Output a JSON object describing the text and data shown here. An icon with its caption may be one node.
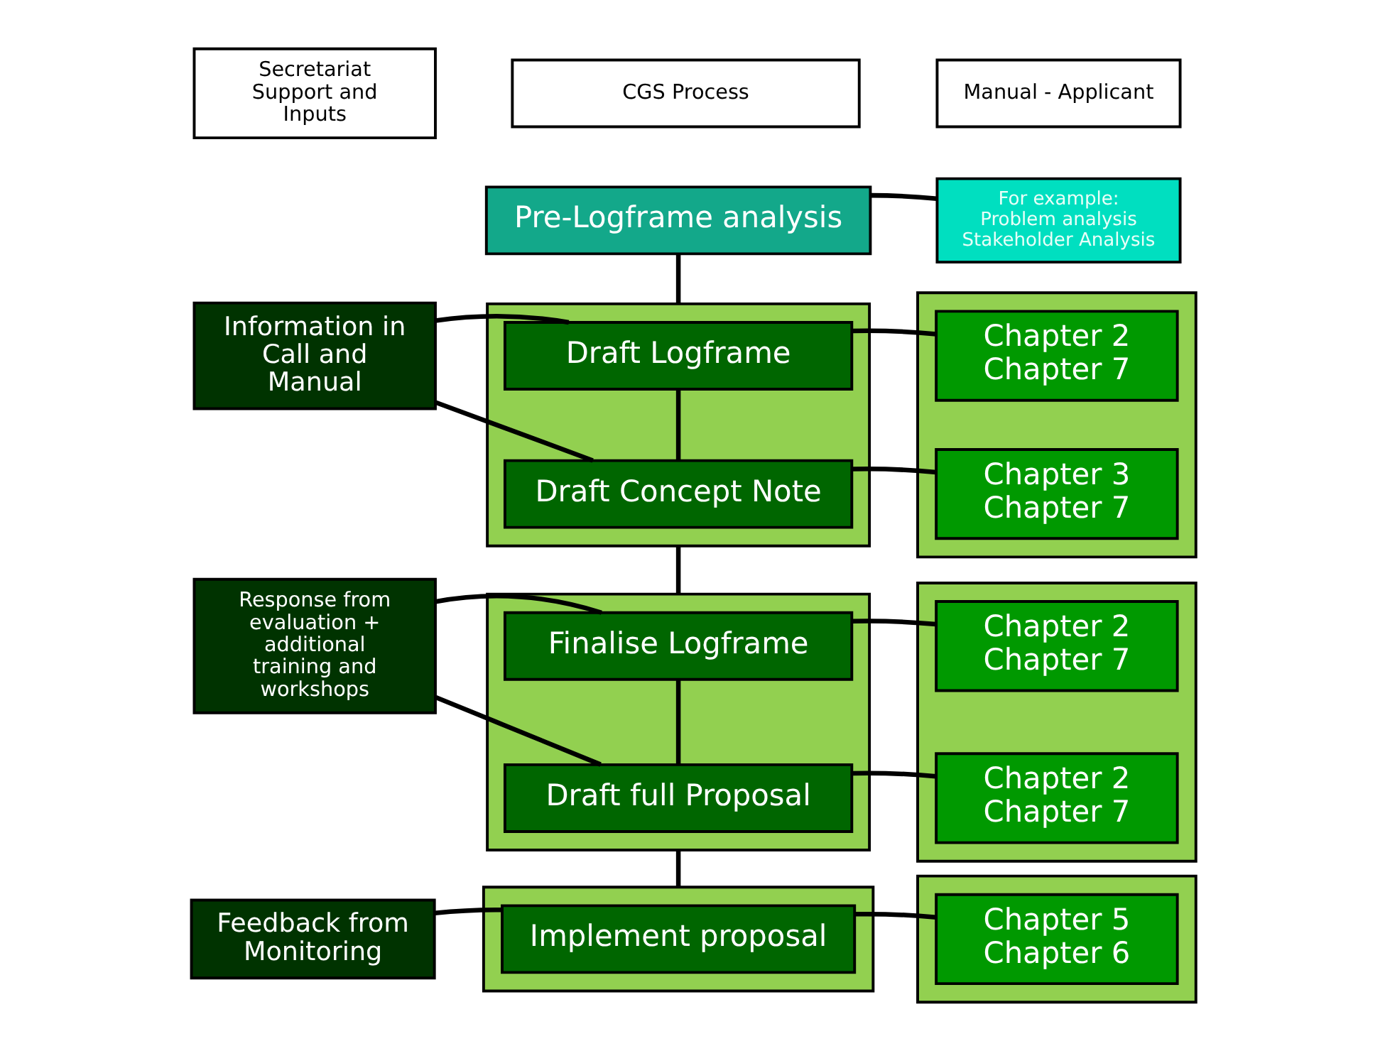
{
  "diagram": {
    "nodes": [
      {
        "text": [
          "Secretariat Support and Inputs"
        ]
      },
      {
        "text": [
          "CGS Process"
        ]
      },
      {
        "text": [
          "Manual - Applicant"
        ]
      },
      {
        "text": [
          "Pre-Logframe analysis"
        ]
      },
      {
        "text": [
          "For example:",
          "Problem analysis",
          "Stakeholder Analysis"
        ]
      },
      {
        "text": [
          "Information in Call and Manual"
        ]
      },
      {
        "text": [],
        "shape": "box"
      },
      {
        "text": [
          "Draft Logframe"
        ],
        "in": 6
      },
      {
        "text": [
          "Draft Concept Note"
        ],
        "in": 6
      },
      {
        "text": [],
        "shape": "box"
      },
      {
        "text": [
          "Chapter 2",
          "Chapter 7"
        ],
        "in": 9
      },
      {
        "text": [
          "Chapter 3",
          "Chapter 7"
        ],
        "in": 9
      },
      {
        "text": [
          "Response from evaluation + additional training and workshops"
        ]
      },
      {
        "text": [],
        "shape": "box"
      },
      {
        "text": [
          "Finalise Logframe"
        ],
        "in": 13
      },
      {
        "text": [
          "Draft full Proposal"
        ],
        "in": 13
      },
      {
        "text": [],
        "shape": "box"
      },
      {
        "text": [
          "Chapter 2",
          "Chapter 7"
        ],
        "in": 16
      },
      {
        "text": [
          "Chapter 2",
          "Chapter 7"
        ],
        "in": 16
      },
      {
        "text": [
          "Feedback from Monitoring"
        ]
      },
      {
        "text": [],
        "shape": "box"
      },
      {
        "text": [
          "Implement proposal"
        ],
        "in": 20
      },
      {
        "text": [],
        "shape": "box"
      },
      {
        "text": [
          "Chapter 5",
          "Chapter 6"
        ],
        "in": 22
      }
    ],
    "edges": [
      {
        "from": 3,
        "to": 4,
        "arrow": "none"
      },
      {
        "from": 3,
        "to": 6,
        "arrow": "none"
      },
      {
        "from": 5,
        "to": 7,
        "arrow": "none"
      },
      {
        "from": 5,
        "to": 8,
        "arrow": "none"
      },
      {
        "from": 7,
        "to": 8,
        "arrow": "none"
      },
      {
        "from": 7,
        "to": 10,
        "arrow": "none"
      },
      {
        "from": 8,
        "to": 11,
        "arrow": "none"
      },
      {
        "from": 6,
        "to": 13,
        "arrow": "none"
      },
      {
        "from": 12,
        "to": 14,
        "arrow": "none"
      },
      {
        "from": 12,
        "to": 15,
        "arrow": "none"
      },
      {
        "from": 14,
        "to": 15,
        "arrow": "none"
      },
      {
        "from": 14,
        "to": 17,
        "arrow": "none"
      },
      {
        "from": 15,
        "to": 18,
        "arrow": "none"
      },
      {
        "from": 13,
        "to": 20,
        "arrow": "none"
      },
      {
        "from": 19,
        "to": 21,
        "arrow": "none"
      },
      {
        "from": 21,
        "to": 23,
        "arrow": "none"
      }
    ]
  }
}
